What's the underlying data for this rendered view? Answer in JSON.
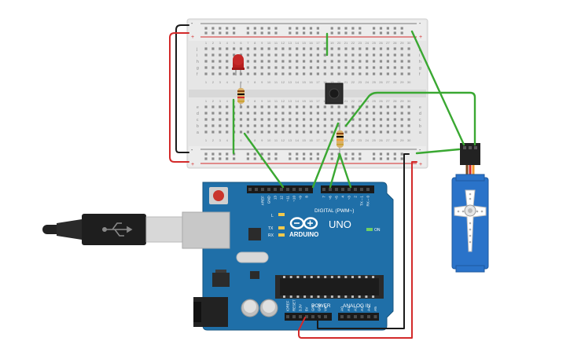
{
  "breadboard": {
    "rail_plus": "+",
    "rail_minus": "-",
    "row_letters_top": [
      "j",
      "i",
      "h",
      "g",
      "f"
    ],
    "row_letters_bottom": [
      "e",
      "d",
      "c",
      "b",
      "a"
    ],
    "column_count": 30
  },
  "arduino": {
    "logo_text": "ARDUINO",
    "model_text": "UNO",
    "digital_label": "DIGITAL (PWM~)",
    "power_label": "POWER",
    "analog_label": "ANALOG IN",
    "led_labels": {
      "l": "L",
      "tx": "TX",
      "rx": "RX",
      "on": "ON"
    },
    "top_pins": [
      "AREF",
      "GND",
      "13",
      "12",
      "~11",
      "~10",
      "~9",
      "8",
      "7",
      "~6",
      "~5",
      "4",
      "~3",
      "2",
      "TX→1",
      "RX←0"
    ],
    "power_pins": [
      "IOREF",
      "RESET",
      "3.3V",
      "5V",
      "GND",
      "GND",
      "Vin"
    ],
    "analog_pins": [
      "A0",
      "A1",
      "A2",
      "A3",
      "A4",
      "A5"
    ]
  },
  "colors": {
    "board": "#1f6fa8",
    "breadboard": "#e8e8e8",
    "wire_green": "#3aa832",
    "wire_red": "#d32a2a",
    "wire_black": "#1a1a1a",
    "servo": "#2a73c9"
  }
}
